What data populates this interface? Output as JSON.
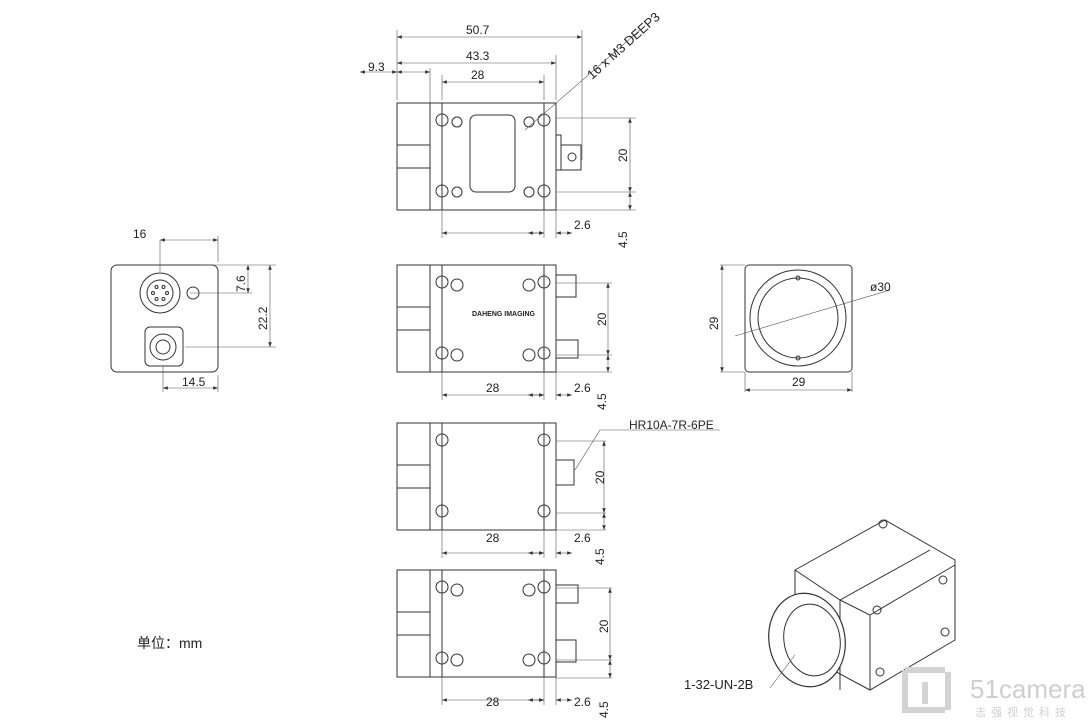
{
  "unit_label": "单位：mm",
  "top_view": {
    "d_overall": "50.7",
    "d_body": "43.3",
    "d_holes": "28",
    "d_lens": "9.3",
    "d_height": "20",
    "d_offset": "4.5",
    "d_conn": "2.6",
    "callout": "16 x M3 DEEP3"
  },
  "back_view": {
    "d_x": "16",
    "d_y1": "7.6",
    "d_y2": "22.2",
    "d_x2": "14.5"
  },
  "side_view_1": {
    "d_w": "28",
    "d_conn": "2.6",
    "d_h": "20",
    "d_off": "4.5",
    "logo": "DAHENG IMAGING"
  },
  "front_view": {
    "d_dia": "ø30",
    "d_h": "29",
    "d_w": "29"
  },
  "side_view_2": {
    "d_w": "28",
    "d_conn": "2.6",
    "d_h": "20",
    "d_off": "4.5",
    "callout": "HR10A-7R-6PE"
  },
  "side_view_3": {
    "d_w": "28",
    "d_conn": "2.6",
    "d_h": "20",
    "d_off": "4.5"
  },
  "iso_view": {
    "callout": "1-32-UN-2B"
  },
  "watermark": {
    "brand": "51camera",
    "sub": "志强视觉科技"
  }
}
